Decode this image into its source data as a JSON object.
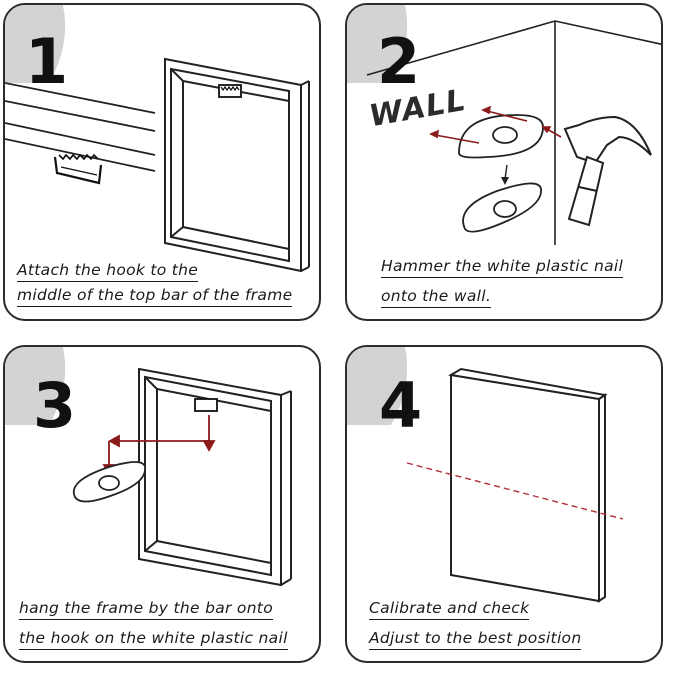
{
  "steps": [
    {
      "number": "1",
      "line1": "Attach the hook to the",
      "line2": "middle of the top bar of the frame"
    },
    {
      "number": "2",
      "line1": "Hammer the white plastic nail",
      "line2": "onto the wall.",
      "wall_label": "WALL"
    },
    {
      "number": "3",
      "line1": "hang the frame by the bar onto",
      "line2": "the hook on the white plastic nail"
    },
    {
      "number": "4",
      "line1": "Calibrate and check",
      "line2": "Adjust to the best position"
    }
  ],
  "colors": {
    "arrow": "#8b1a1a",
    "shade": "#d3d3d3",
    "line": "#222222",
    "dash": "#b0303a"
  }
}
